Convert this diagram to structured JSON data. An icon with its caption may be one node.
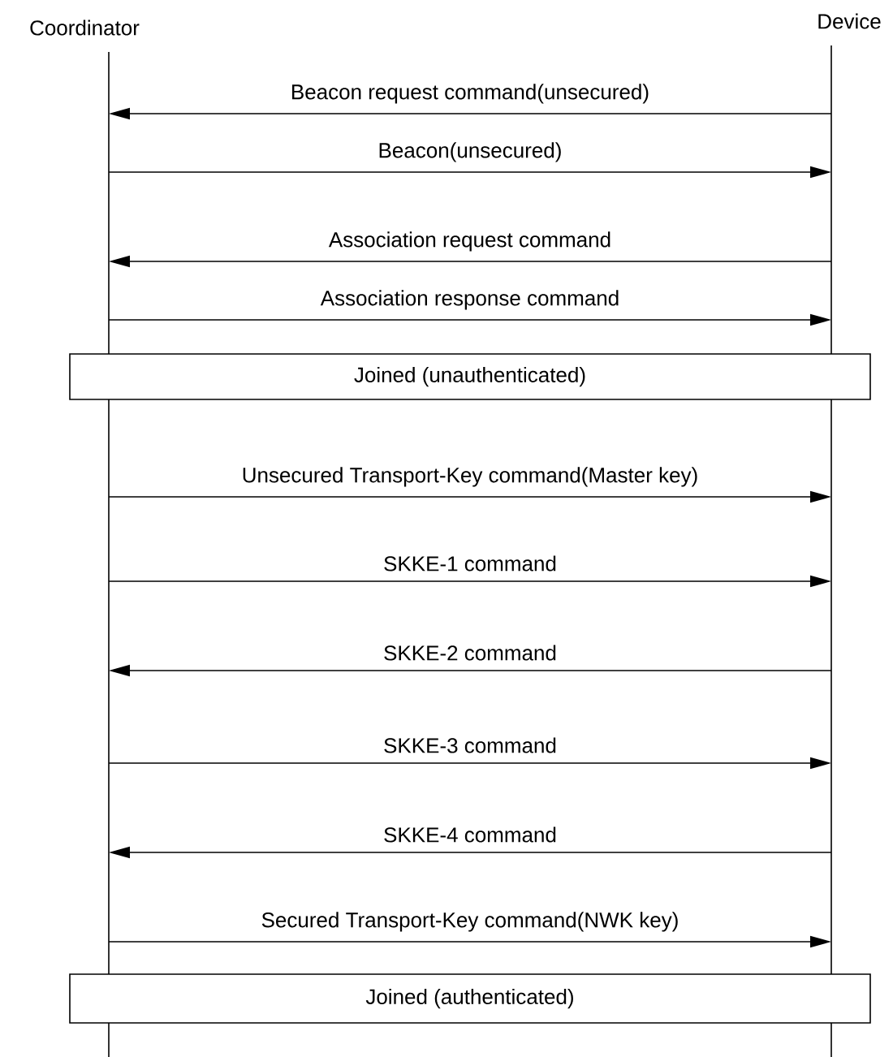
{
  "diagram": {
    "nodes": [
      {
        "text": [
          "Coordinator"
        ]
      },
      {
        "text": [
          "Device"
        ]
      },
      {
        "text": [
          "Joined (unauthenticated)"
        ]
      },
      {
        "text": [
          "Joined (authenticated)"
        ]
      }
    ],
    "edges": [
      {
        "from": 1,
        "to": 0,
        "arrow": "to",
        "label": "Beacon request command(unsecured)"
      },
      {
        "from": 0,
        "to": 1,
        "arrow": "to",
        "label": "Beacon(unsecured)"
      },
      {
        "from": 1,
        "to": 0,
        "arrow": "to",
        "label": "Association request command"
      },
      {
        "from": 0,
        "to": 1,
        "arrow": "to",
        "label": "Association response command"
      },
      {
        "from": 0,
        "to": 1,
        "arrow": "to",
        "label": "Unsecured Transport-Key command(Master key)"
      },
      {
        "from": 0,
        "to": 1,
        "arrow": "to",
        "label": "SKKE-1 command"
      },
      {
        "from": 1,
        "to": 0,
        "arrow": "to",
        "label": "SKKE-2 command"
      },
      {
        "from": 0,
        "to": 1,
        "arrow": "to",
        "label": "SKKE-3 command"
      },
      {
        "from": 1,
        "to": 0,
        "arrow": "to",
        "label": "SKKE-4 command"
      },
      {
        "from": 0,
        "to": 1,
        "arrow": "to",
        "label": "Secured Transport-Key command(NWK key)"
      }
    ]
  }
}
